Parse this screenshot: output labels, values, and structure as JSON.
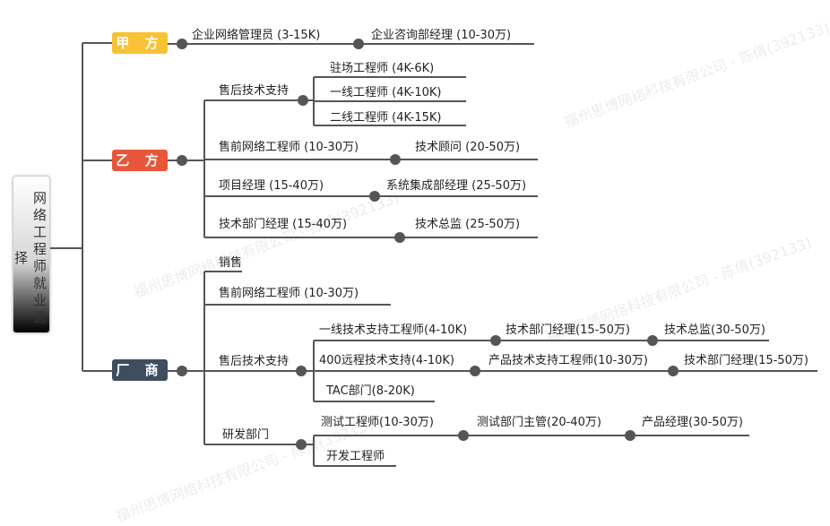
{
  "root": {
    "label": "网络工程师就业选择"
  },
  "watermark": "福州思博网络科技有限公司 - 陈倩(392133)",
  "colors": {
    "jiafang": "#F7C234",
    "yifang": "#E8563A",
    "changshang": "#3E4E60",
    "line": "#555555"
  },
  "branches": {
    "jiafang": {
      "label": "甲 方"
    },
    "yifang": {
      "label": "乙 方"
    },
    "changshang": {
      "label": "厂 商"
    }
  },
  "nodes": {
    "n01": "企业网络管理员 (3-15K)",
    "n02": "企业咨询部经理 (10-30万)",
    "n03": "售后技术支持",
    "n04": "驻场工程师 (4K-6K)",
    "n05": "一线工程师 (4K-10K)",
    "n06": "二线工程师 (4K-15K)",
    "n07": "售前网络工程师 (10-30万)",
    "n08": "技术顾问 (20-50万)",
    "n09": "项目经理 (15-40万)",
    "n10": "系统集成部经理 (25-50万)",
    "n11": "技术部门经理 (15-40万)",
    "n12": "技术总监 (25-50万)",
    "n13": "销售",
    "n14": "售前网络工程师 (10-30万)",
    "n15": "售后技术支持",
    "n16": "一线技术支持工程师(4-10K)",
    "n17": "技术部门经理(15-50万)",
    "n18": "技术总监(30-50万)",
    "n19": "400远程技术支持(4-10K)",
    "n20": "产品技术支持工程师(10-30万)",
    "n21": "技术部门经理(15-50万)",
    "n22": "TAC部门(8-20K)",
    "n23": "研发部门",
    "n24": "测试工程师(10-30万)",
    "n25": "测试部门主管(20-40万)",
    "n26": "产品经理(30-50万)",
    "n27": "开发工程师"
  }
}
